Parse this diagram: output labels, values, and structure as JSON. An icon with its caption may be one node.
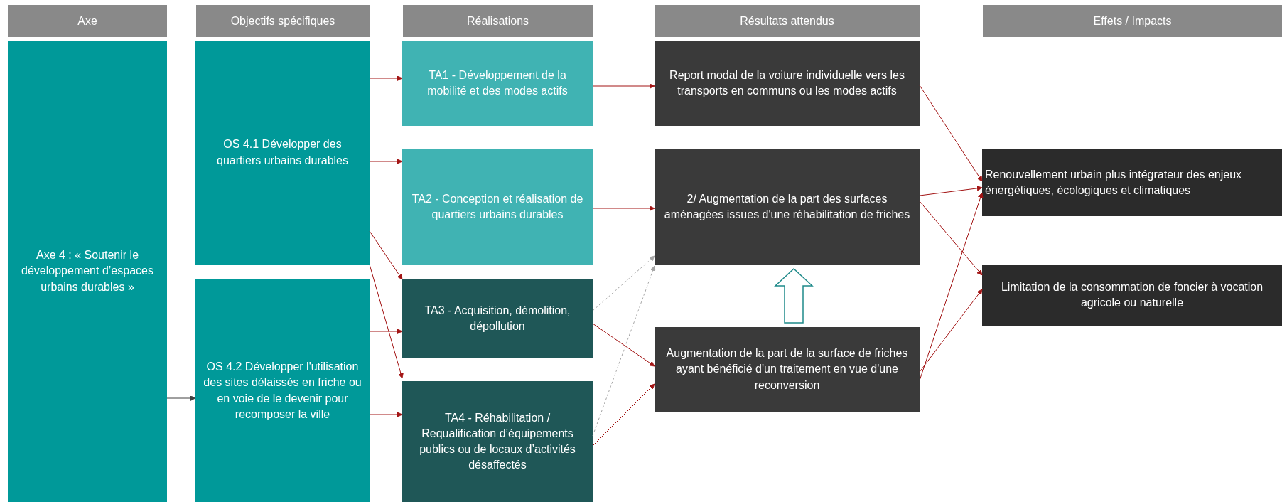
{
  "diagram": {
    "nodes": [
      {
        "text": [
          "Axe 4 : « Soutenir le développement d’espaces urbains durables »"
        ]
      },
      {
        "text": [
          "OS 4.1 Développer des quartiers urbains durables"
        ]
      },
      {
        "text": [
          "OS 4.2 Développer l'utilisation des sites délaissés en friche ou en voie de le devenir pour recomposer la ville"
        ]
      },
      {
        "text": [
          "TA1 - Développement de la mobilité et des modes actifs"
        ]
      },
      {
        "text": [
          "TA2 - Conception et réalisation de quartiers urbains durables"
        ]
      },
      {
        "text": [
          "TA3 - Acquisition, démolition, dépollution"
        ]
      },
      {
        "text": [
          "TA4 - Réhabilitation / Requalification d’équipements publics ou de locaux d’activités désaffectés"
        ]
      },
      {
        "text": [
          "Report modal de la voiture individuelle vers les transports en communs ou les modes actifs"
        ]
      },
      {
        "text": [
          "2/ Augmentation de la part des surfaces aménagées issues d'une réhabilitation de friches"
        ]
      },
      {
        "text": [
          "Augmentation de la part de la surface de friches ayant bénéficié d'un traitement en vue d'une reconversion"
        ]
      },
      {
        "text": [
          "Renouvellement urbain plus intégrateur des enjeux énergétiques, écologiques et climatiques"
        ]
      },
      {
        "text": [
          "Limitation de la consommation de foncier à vocation agricole ou naturelle"
        ]
      }
    ],
    "edges": [
      {
        "from": 0,
        "to": 2,
        "arrow": "to",
        "color": "#404040"
      },
      {
        "from": 1,
        "to": 3,
        "arrow": "to"
      },
      {
        "from": 1,
        "to": 4,
        "arrow": "to"
      },
      {
        "from": 1,
        "to": 5,
        "arrow": "to"
      },
      {
        "from": 1,
        "to": 6,
        "arrow": "to"
      },
      {
        "from": 2,
        "to": 5,
        "arrow": "to"
      },
      {
        "from": 2,
        "to": 6,
        "arrow": "to"
      },
      {
        "from": 3,
        "to": 7,
        "arrow": "to"
      },
      {
        "from": 4,
        "to": 8,
        "arrow": "to"
      },
      {
        "from": 5,
        "to": 8,
        "arrow": "to",
        "style": "dashed",
        "color": "#a6a6a6"
      },
      {
        "from": 6,
        "to": 8,
        "arrow": "to",
        "style": "dashed",
        "color": "#a6a6a6"
      },
      {
        "from": 5,
        "to": 9,
        "arrow": "to"
      },
      {
        "from": 6,
        "to": 9,
        "arrow": "to"
      },
      {
        "from": 9,
        "to": 8,
        "arrow": "to",
        "style": "thick",
        "color": "#1f8a8a"
      },
      {
        "from": 7,
        "to": 10,
        "arrow": "to"
      },
      {
        "from": 8,
        "to": 10,
        "arrow": "to"
      },
      {
        "from": 8,
        "to": 11,
        "arrow": "to"
      },
      {
        "from": 9,
        "to": 10,
        "arrow": "to"
      },
      {
        "from": 9,
        "to": 11,
        "arrow": "to"
      }
    ],
    "labels": [
      "Axe",
      "Objectifs spécifiques",
      "Réalisations",
      "Résultats attendus",
      "Effets / Impacts"
    ]
  }
}
